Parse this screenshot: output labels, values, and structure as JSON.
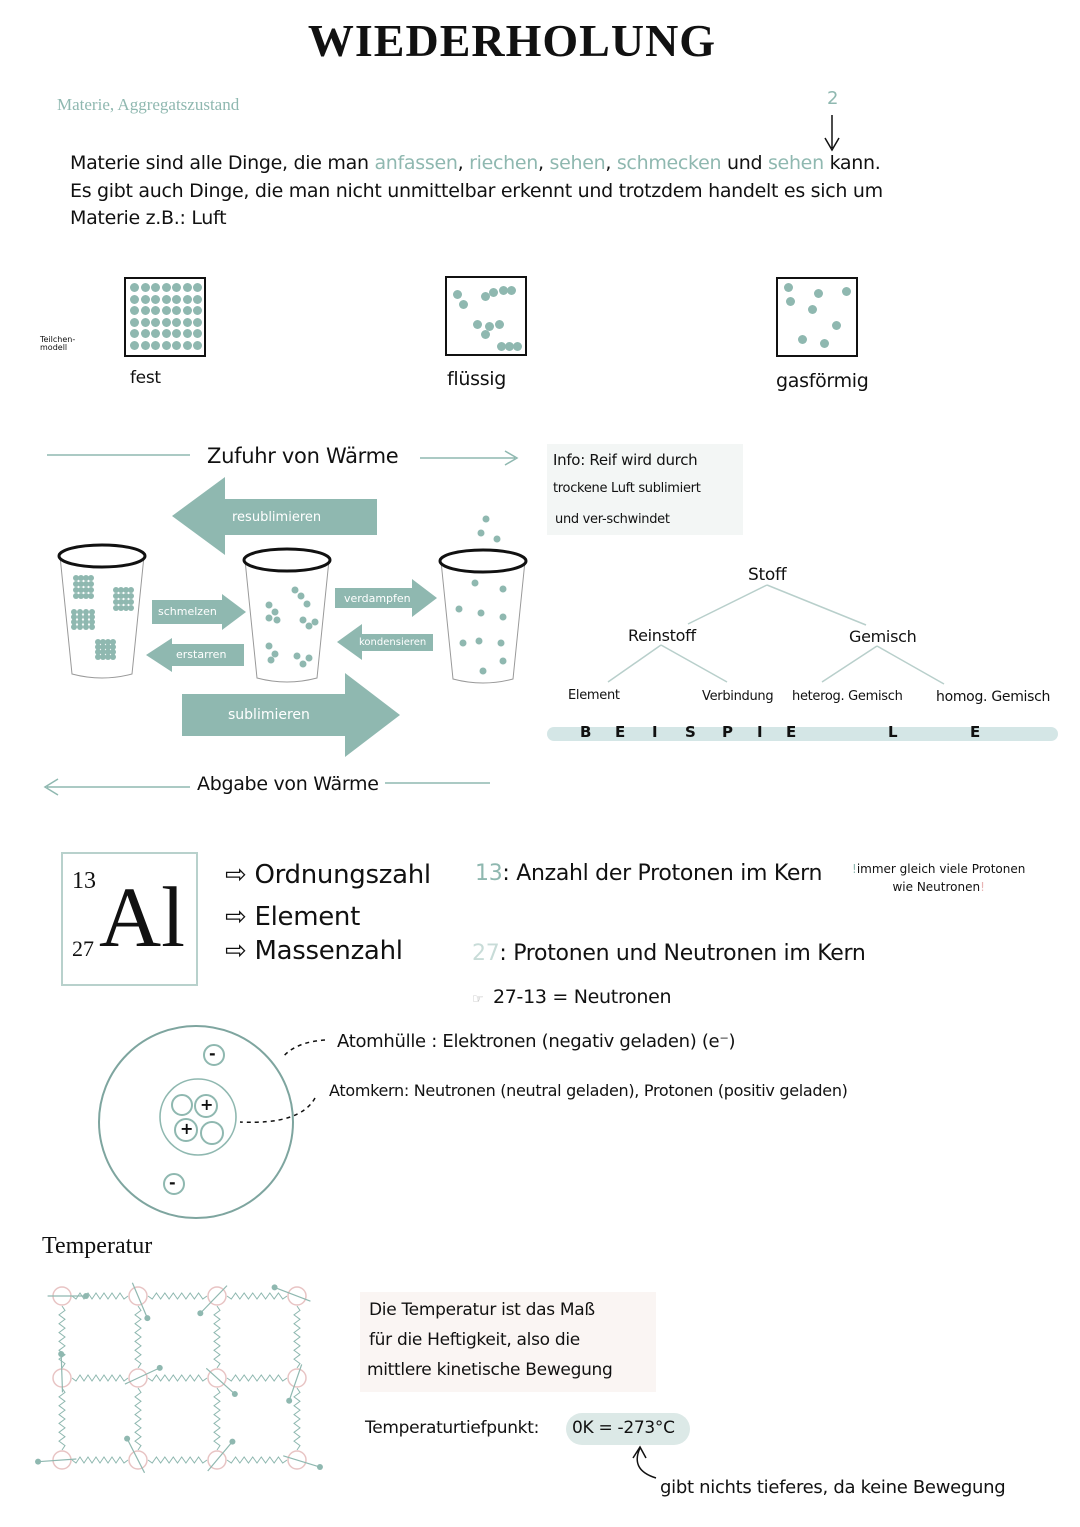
{
  "title": "WIEDERHOLUNG",
  "subtitle": "Materie, Aggregatszustand",
  "annotation_number": "2",
  "intro": {
    "line1": {
      "a": "Materie sind alle Dinge, die man ",
      "w1": "anfassen",
      "c1": ", ",
      "w2": "riechen",
      "c2": ", ",
      "w3": "sehen",
      "c3": ", ",
      "w4": "schmecken",
      "c4": " und ",
      "w5": "sehen",
      "end": " kann."
    },
    "line2": "Es gibt auch Dinge, die man nicht unmittelbar erkennt und trotzdem handelt es sich um",
    "line3": "Materie z.B.: Luft"
  },
  "states": {
    "model_label": "Teilchen-modell",
    "items": [
      {
        "label": "fest"
      },
      {
        "label": "flüssig"
      },
      {
        "label": "gasförmig"
      }
    ]
  },
  "transitions": {
    "heat_in": "Zufuhr von Wärme",
    "heat_out": "Abgabe von Wärme",
    "resublimieren": "resublimieren",
    "schmelzen": "schmelzen",
    "erstarren": "erstarren",
    "verdampfen": "verdampfen",
    "kondensieren": "kondensieren",
    "sublimieren": "sublimieren"
  },
  "info": {
    "line1": "Info: Reif wird durch",
    "line2": "trockene Luft sublimiert",
    "line3": "und ver-schwindet"
  },
  "tree": {
    "root": "Stoff",
    "left": "Reinstoff",
    "right": "Gemisch",
    "leaves": [
      "Element",
      "Verbindung",
      "heterog. Gemisch",
      "homog. Gemisch"
    ],
    "banner": [
      "B",
      "E",
      "I",
      "S",
      "P",
      "I",
      "E",
      "L",
      "E"
    ]
  },
  "element": {
    "atomic_number": "13",
    "mass_number": "27",
    "symbol": "Al",
    "labels": [
      "Ordnungszahl",
      "Element",
      "Massenzahl"
    ],
    "desc1_num": "13",
    "desc1": ": Anzahl der Protonen im Kern",
    "desc2_num": "27",
    "desc2": ": Protonen und Neutronen im Kern",
    "calc": "27-13 = Neutronen",
    "note_line1": "immer gleich viele Protonen",
    "note_line2": "wie Neutronen",
    "note_mark": "!"
  },
  "atom": {
    "shell": "Atomhülle : Elektronen (negativ geladen) (e⁻)",
    "core": "Atomkern: Neutronen (neutral geladen), Protonen (positiv geladen)",
    "minus": "-",
    "plus": "+"
  },
  "temperature": {
    "heading": "Temperatur",
    "def1": "Die Temperatur ist das Maß",
    "def2": "für die Heftigkeit, also die",
    "def3": "mittlere kinetische Bewegung",
    "low_label": "Temperaturtiefpunkt:",
    "low_value": "0K = -273°C",
    "low_note": "gibt nichts tieferes, da keine Bewegung"
  },
  "colors": {
    "accent": "#8fb8b0",
    "accent_light": "#dce9e7",
    "pink": "#e8c4c4",
    "info_bg": "#f3f6f5",
    "def_bg": "#faf5f3"
  }
}
